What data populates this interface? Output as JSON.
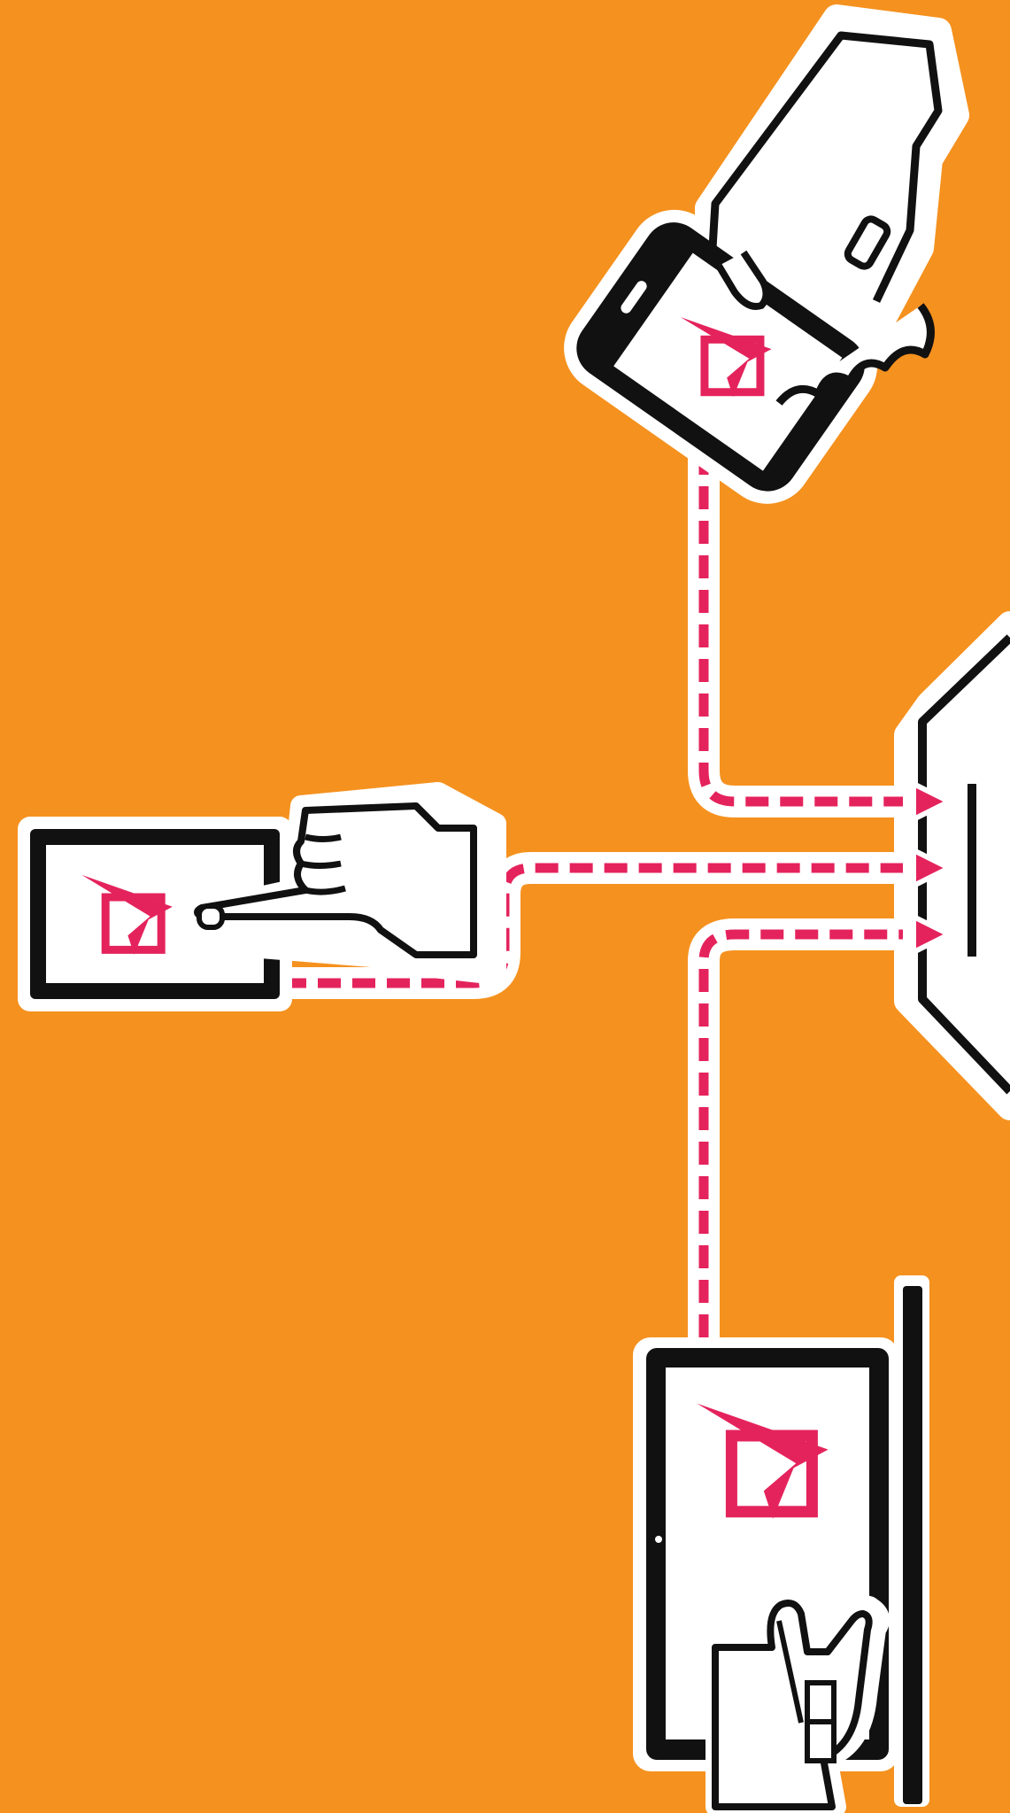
{
  "colors": {
    "background": "#f5911e",
    "accent": "#e4235c",
    "outline": "#111111",
    "device_fill": "#ffffff"
  },
  "devices": [
    {
      "name": "smartphone",
      "icon": "phone-in-hand-icon"
    },
    {
      "name": "tablet",
      "icon": "tablet-touch-icon"
    },
    {
      "name": "kiosk",
      "icon": "kiosk-touch-icon"
    },
    {
      "name": "hub",
      "icon": "hexagon-hub-icon"
    }
  ],
  "logo_icon": "check-arrow-logo-icon",
  "connections": [
    {
      "from": "smartphone",
      "to": "hub",
      "style": "dashed-arrow"
    },
    {
      "from": "tablet",
      "to": "hub",
      "style": "dashed-arrow"
    },
    {
      "from": "kiosk",
      "to": "hub",
      "style": "dashed-arrow"
    }
  ]
}
